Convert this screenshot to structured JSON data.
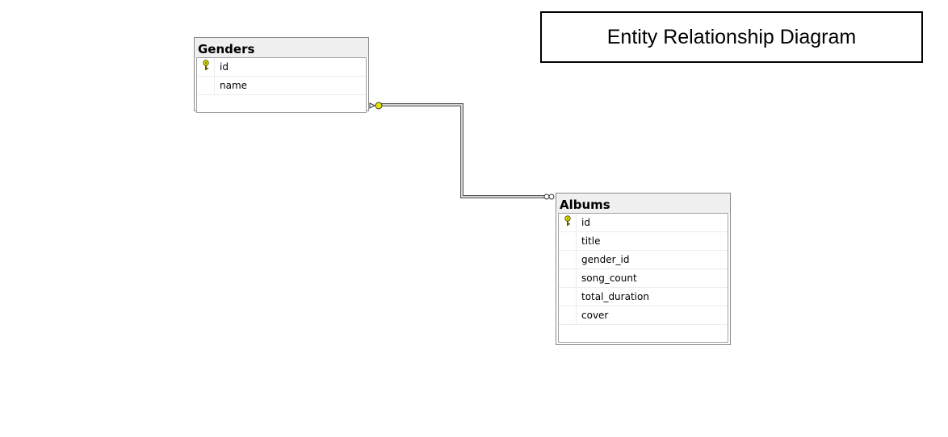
{
  "diagram_title": "Entity Relationship Diagram",
  "tables": {
    "genders": {
      "name": "Genders",
      "columns": [
        {
          "name": "id",
          "primary_key": true
        },
        {
          "name": "name",
          "primary_key": false
        }
      ]
    },
    "albums": {
      "name": "Albums",
      "columns": [
        {
          "name": "id",
          "primary_key": true
        },
        {
          "name": "title",
          "primary_key": false
        },
        {
          "name": "gender_id",
          "primary_key": false
        },
        {
          "name": "song_count",
          "primary_key": false
        },
        {
          "name": "total_duration",
          "primary_key": false
        },
        {
          "name": "cover",
          "primary_key": false
        }
      ]
    }
  },
  "relationship": {
    "from_table": "Genders",
    "to_table": "Albums",
    "from_end": "key-icon",
    "to_end": "infinity-icon"
  },
  "colors": {
    "header_bg": "#f0f0f0",
    "border": "#8a8a8a",
    "key_fill": "#e6e600"
  }
}
